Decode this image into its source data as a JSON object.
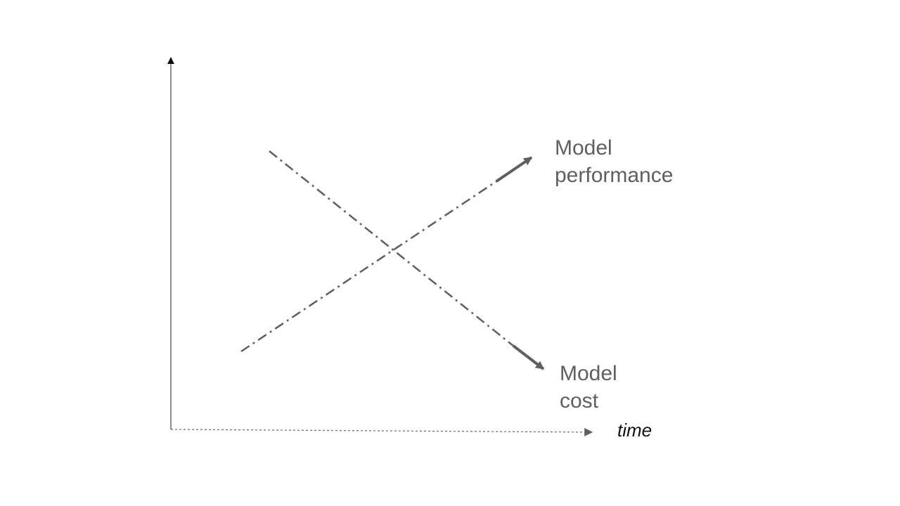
{
  "diagram": {
    "series": [
      {
        "name_line_1": "Model",
        "name_line_2": "performance",
        "trend": "increasing"
      },
      {
        "name_line_1": "Model",
        "name_line_2": "cost",
        "trend": "decreasing"
      }
    ],
    "x_axis_label": "time",
    "colors": {
      "lines": "#5f5f5f",
      "axis": "#6b6b6b",
      "axis_arrow": "#111111",
      "background": "#ffffff"
    }
  }
}
